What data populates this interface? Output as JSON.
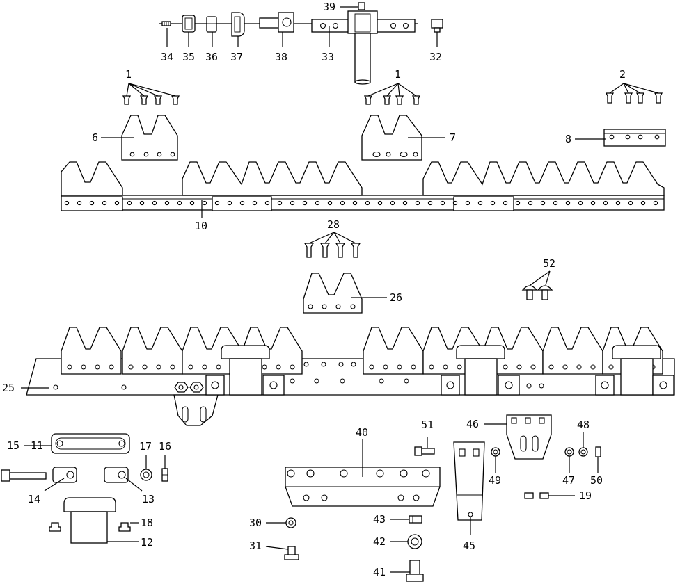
{
  "diagram": {
    "callouts": [
      {
        "id": "c34",
        "text": "34"
      },
      {
        "id": "c35",
        "text": "35"
      },
      {
        "id": "c36",
        "text": "36"
      },
      {
        "id": "c37",
        "text": "37"
      },
      {
        "id": "c38",
        "text": "38"
      },
      {
        "id": "c39",
        "text": "39"
      },
      {
        "id": "c33",
        "text": "33"
      },
      {
        "id": "c32",
        "text": "32"
      },
      {
        "id": "c1a",
        "text": "1"
      },
      {
        "id": "c1b",
        "text": "1"
      },
      {
        "id": "c2",
        "text": "2"
      },
      {
        "id": "c6",
        "text": "6"
      },
      {
        "id": "c7",
        "text": "7"
      },
      {
        "id": "c8",
        "text": "8"
      },
      {
        "id": "c10",
        "text": "10"
      },
      {
        "id": "c28",
        "text": "28"
      },
      {
        "id": "c26",
        "text": "26"
      },
      {
        "id": "c52",
        "text": "52"
      },
      {
        "id": "c25",
        "text": "25"
      },
      {
        "id": "c15",
        "text": "15"
      },
      {
        "id": "c11",
        "text": "11"
      },
      {
        "id": "c17",
        "text": "17"
      },
      {
        "id": "c16",
        "text": "16"
      },
      {
        "id": "c14",
        "text": "14"
      },
      {
        "id": "c13",
        "text": "13"
      },
      {
        "id": "c18",
        "text": "18"
      },
      {
        "id": "c12",
        "text": "12"
      },
      {
        "id": "c40",
        "text": "40"
      },
      {
        "id": "c51",
        "text": "51"
      },
      {
        "id": "c46",
        "text": "46"
      },
      {
        "id": "c48",
        "text": "48"
      },
      {
        "id": "c49",
        "text": "49"
      },
      {
        "id": "c47",
        "text": "47"
      },
      {
        "id": "c50",
        "text": "50"
      },
      {
        "id": "c19",
        "text": "19"
      },
      {
        "id": "c30",
        "text": "30"
      },
      {
        "id": "c43",
        "text": "43"
      },
      {
        "id": "c45",
        "text": "45"
      },
      {
        "id": "c31",
        "text": "31"
      },
      {
        "id": "c42",
        "text": "42"
      },
      {
        "id": "c41",
        "text": "41"
      }
    ]
  }
}
